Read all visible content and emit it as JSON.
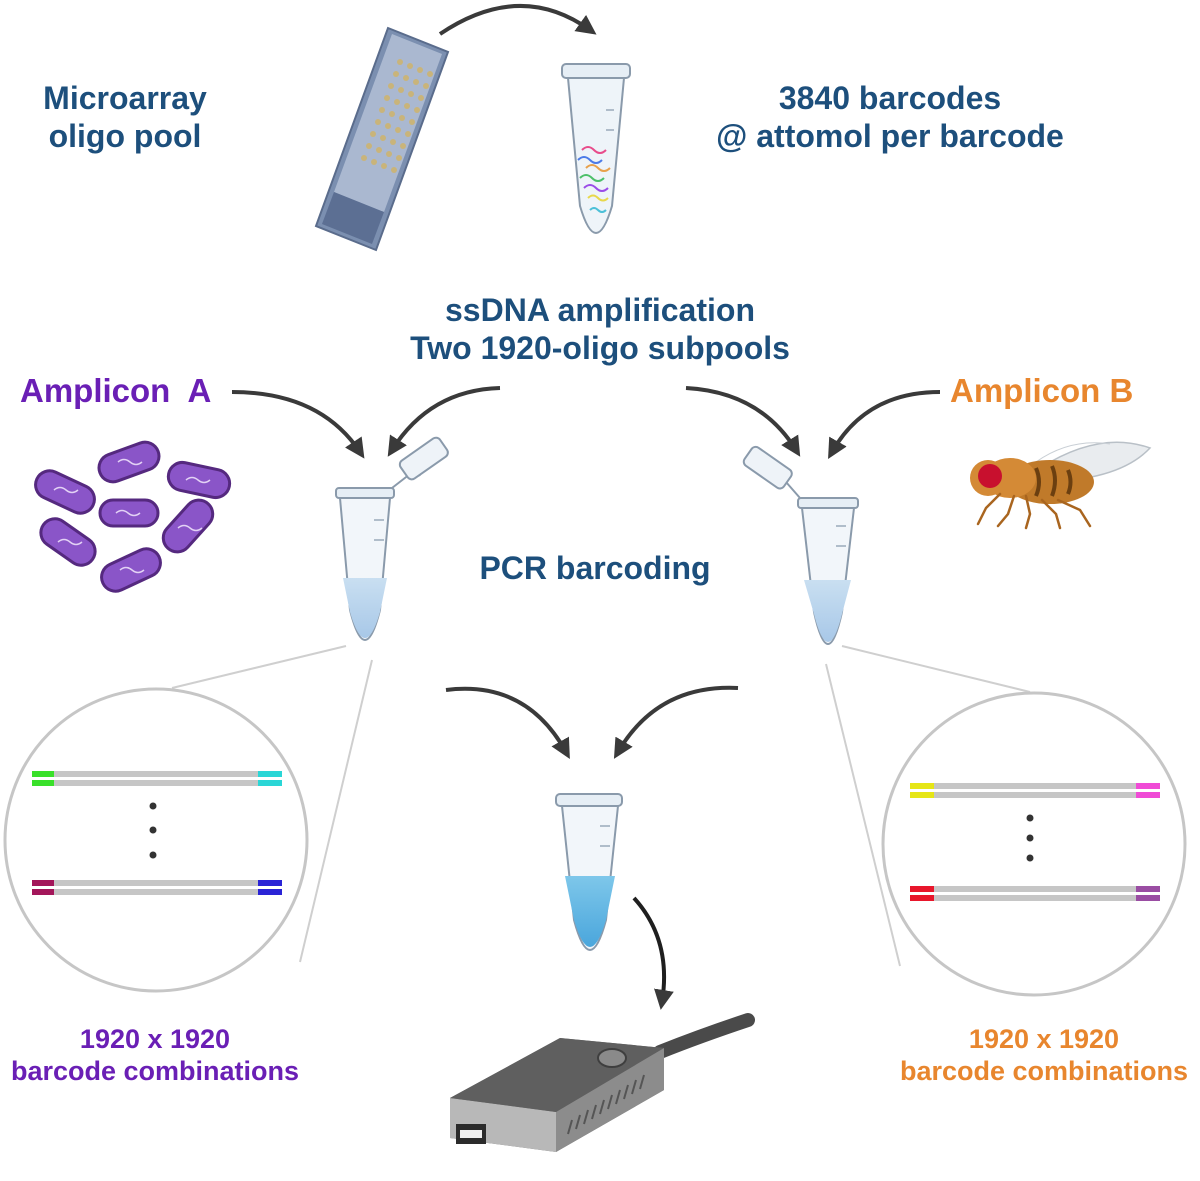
{
  "labels": {
    "microarray": [
      "Microarray",
      "oligo pool"
    ],
    "barcodes": [
      "3840 barcodes",
      "@ attomol per barcode"
    ],
    "ssdna": [
      "ssDNA amplification",
      "Two 1920-oligo subpools"
    ],
    "pcr": "PCR barcoding",
    "amplicon_a": "Amplicon  A",
    "amplicon_b": "Amplicon B",
    "combinations_a": [
      "1920 x 1920",
      "barcode combinations"
    ],
    "combinations_b": [
      "1920 x 1920",
      "barcode combinations"
    ]
  },
  "colors": {
    "title_blue": "#1d4f7c",
    "amplicon_a": "#6a1fb5",
    "amplicon_b": "#e8862e",
    "arrow": "#3a3a3a",
    "bacteria_fill": "#8a55c8",
    "bacteria_outline": "#55297f"
  },
  "barcode_tags": {
    "a_first": {
      "left": "#39e02a",
      "right": "#2ad6d6"
    },
    "a_last": {
      "left": "#a3165a",
      "right": "#2a23d6"
    },
    "b_first": {
      "left": "#e6e617",
      "right": "#f04bd6"
    },
    "b_last": {
      "left": "#e8162b",
      "right": "#9a4da3"
    }
  },
  "icons": [
    "microarray-slide-icon",
    "microcentrifuge-tube-icon",
    "bacteria-icon",
    "fruit-fly-icon",
    "sequencer-device-icon",
    "curved-arrow-icon"
  ]
}
